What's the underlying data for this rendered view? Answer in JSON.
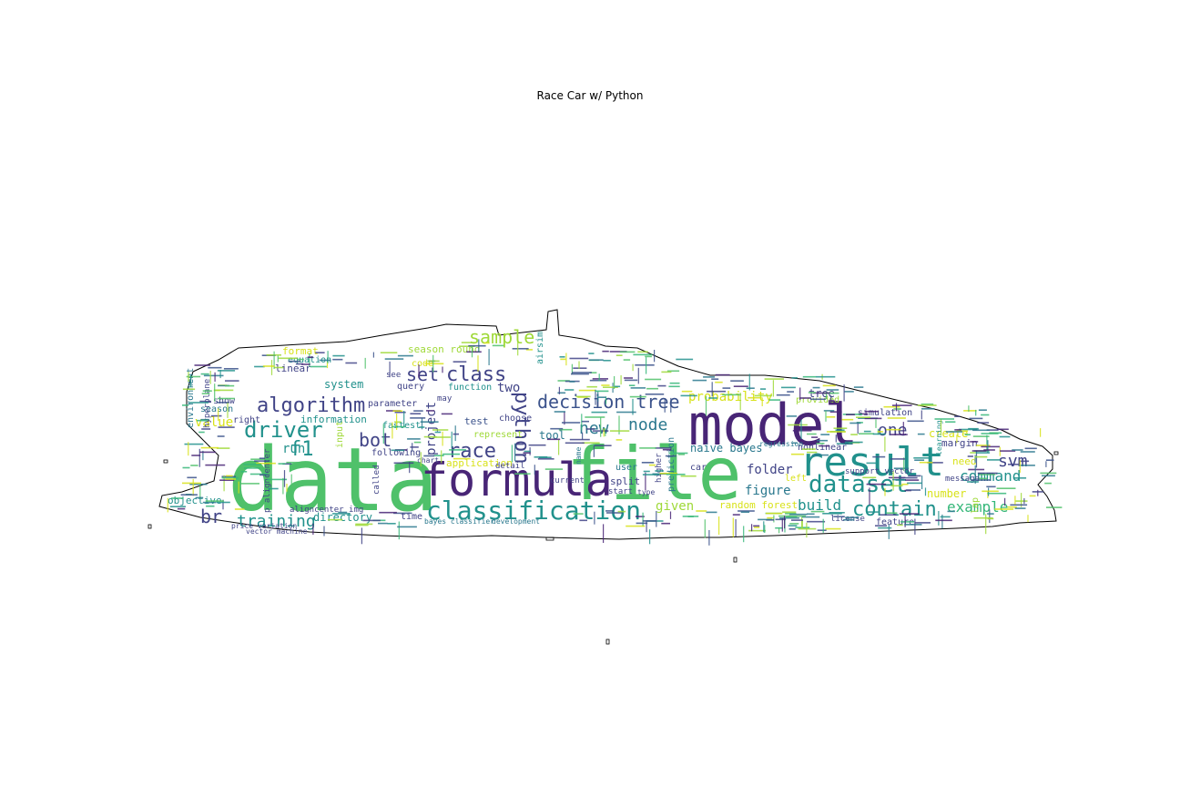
{
  "title": "Race Car w/ Python",
  "palette": {
    "green": "#4fc16a",
    "purple": "#482576",
    "teal": "#21918c",
    "blue": "#3b528b",
    "lime": "#9fd938",
    "yellow": "#d8e21a",
    "mint": "#35b779",
    "indigo": "#414487",
    "sea": "#2a788e",
    "outline": "#000000"
  },
  "words": [
    "data",
    "file",
    "model",
    "formula",
    "result",
    "classification",
    "dataset",
    "contain",
    "algorithm",
    "decision tree",
    "class",
    "sample",
    "driver",
    "python",
    "race",
    "bot",
    "svm",
    "command",
    "example",
    "new",
    "node",
    "set",
    "f1",
    "training",
    "br",
    "probability",
    "one",
    "figure",
    "build",
    "given",
    "folder",
    "naive bayes",
    "value",
    "run",
    "project",
    "two",
    "directory",
    "random forest",
    "tree",
    "system",
    "information",
    "objective",
    "environment",
    "linear",
    "format",
    "equation",
    "season round",
    "application",
    "tool",
    "number",
    "create",
    "margin",
    "need",
    "feature",
    "test",
    "code",
    "query",
    "parameter",
    "show",
    "season",
    "right",
    "following",
    "fastest",
    "time",
    "split",
    "user",
    "represent",
    "choose",
    "simulation",
    "nonlinear",
    "license",
    "airsim",
    "hyperplane",
    "aligncenter img",
    "input",
    "function",
    "may",
    "see",
    "detail",
    "car",
    "start",
    "left",
    "lap",
    "called",
    "p aligncenter",
    "support vector",
    "bayes classifier",
    "development",
    "price variation",
    "provided",
    "prediction",
    "higher",
    "current",
    "name",
    "chart",
    "message",
    "type",
    "learning",
    "regression",
    "vector machine"
  ]
}
